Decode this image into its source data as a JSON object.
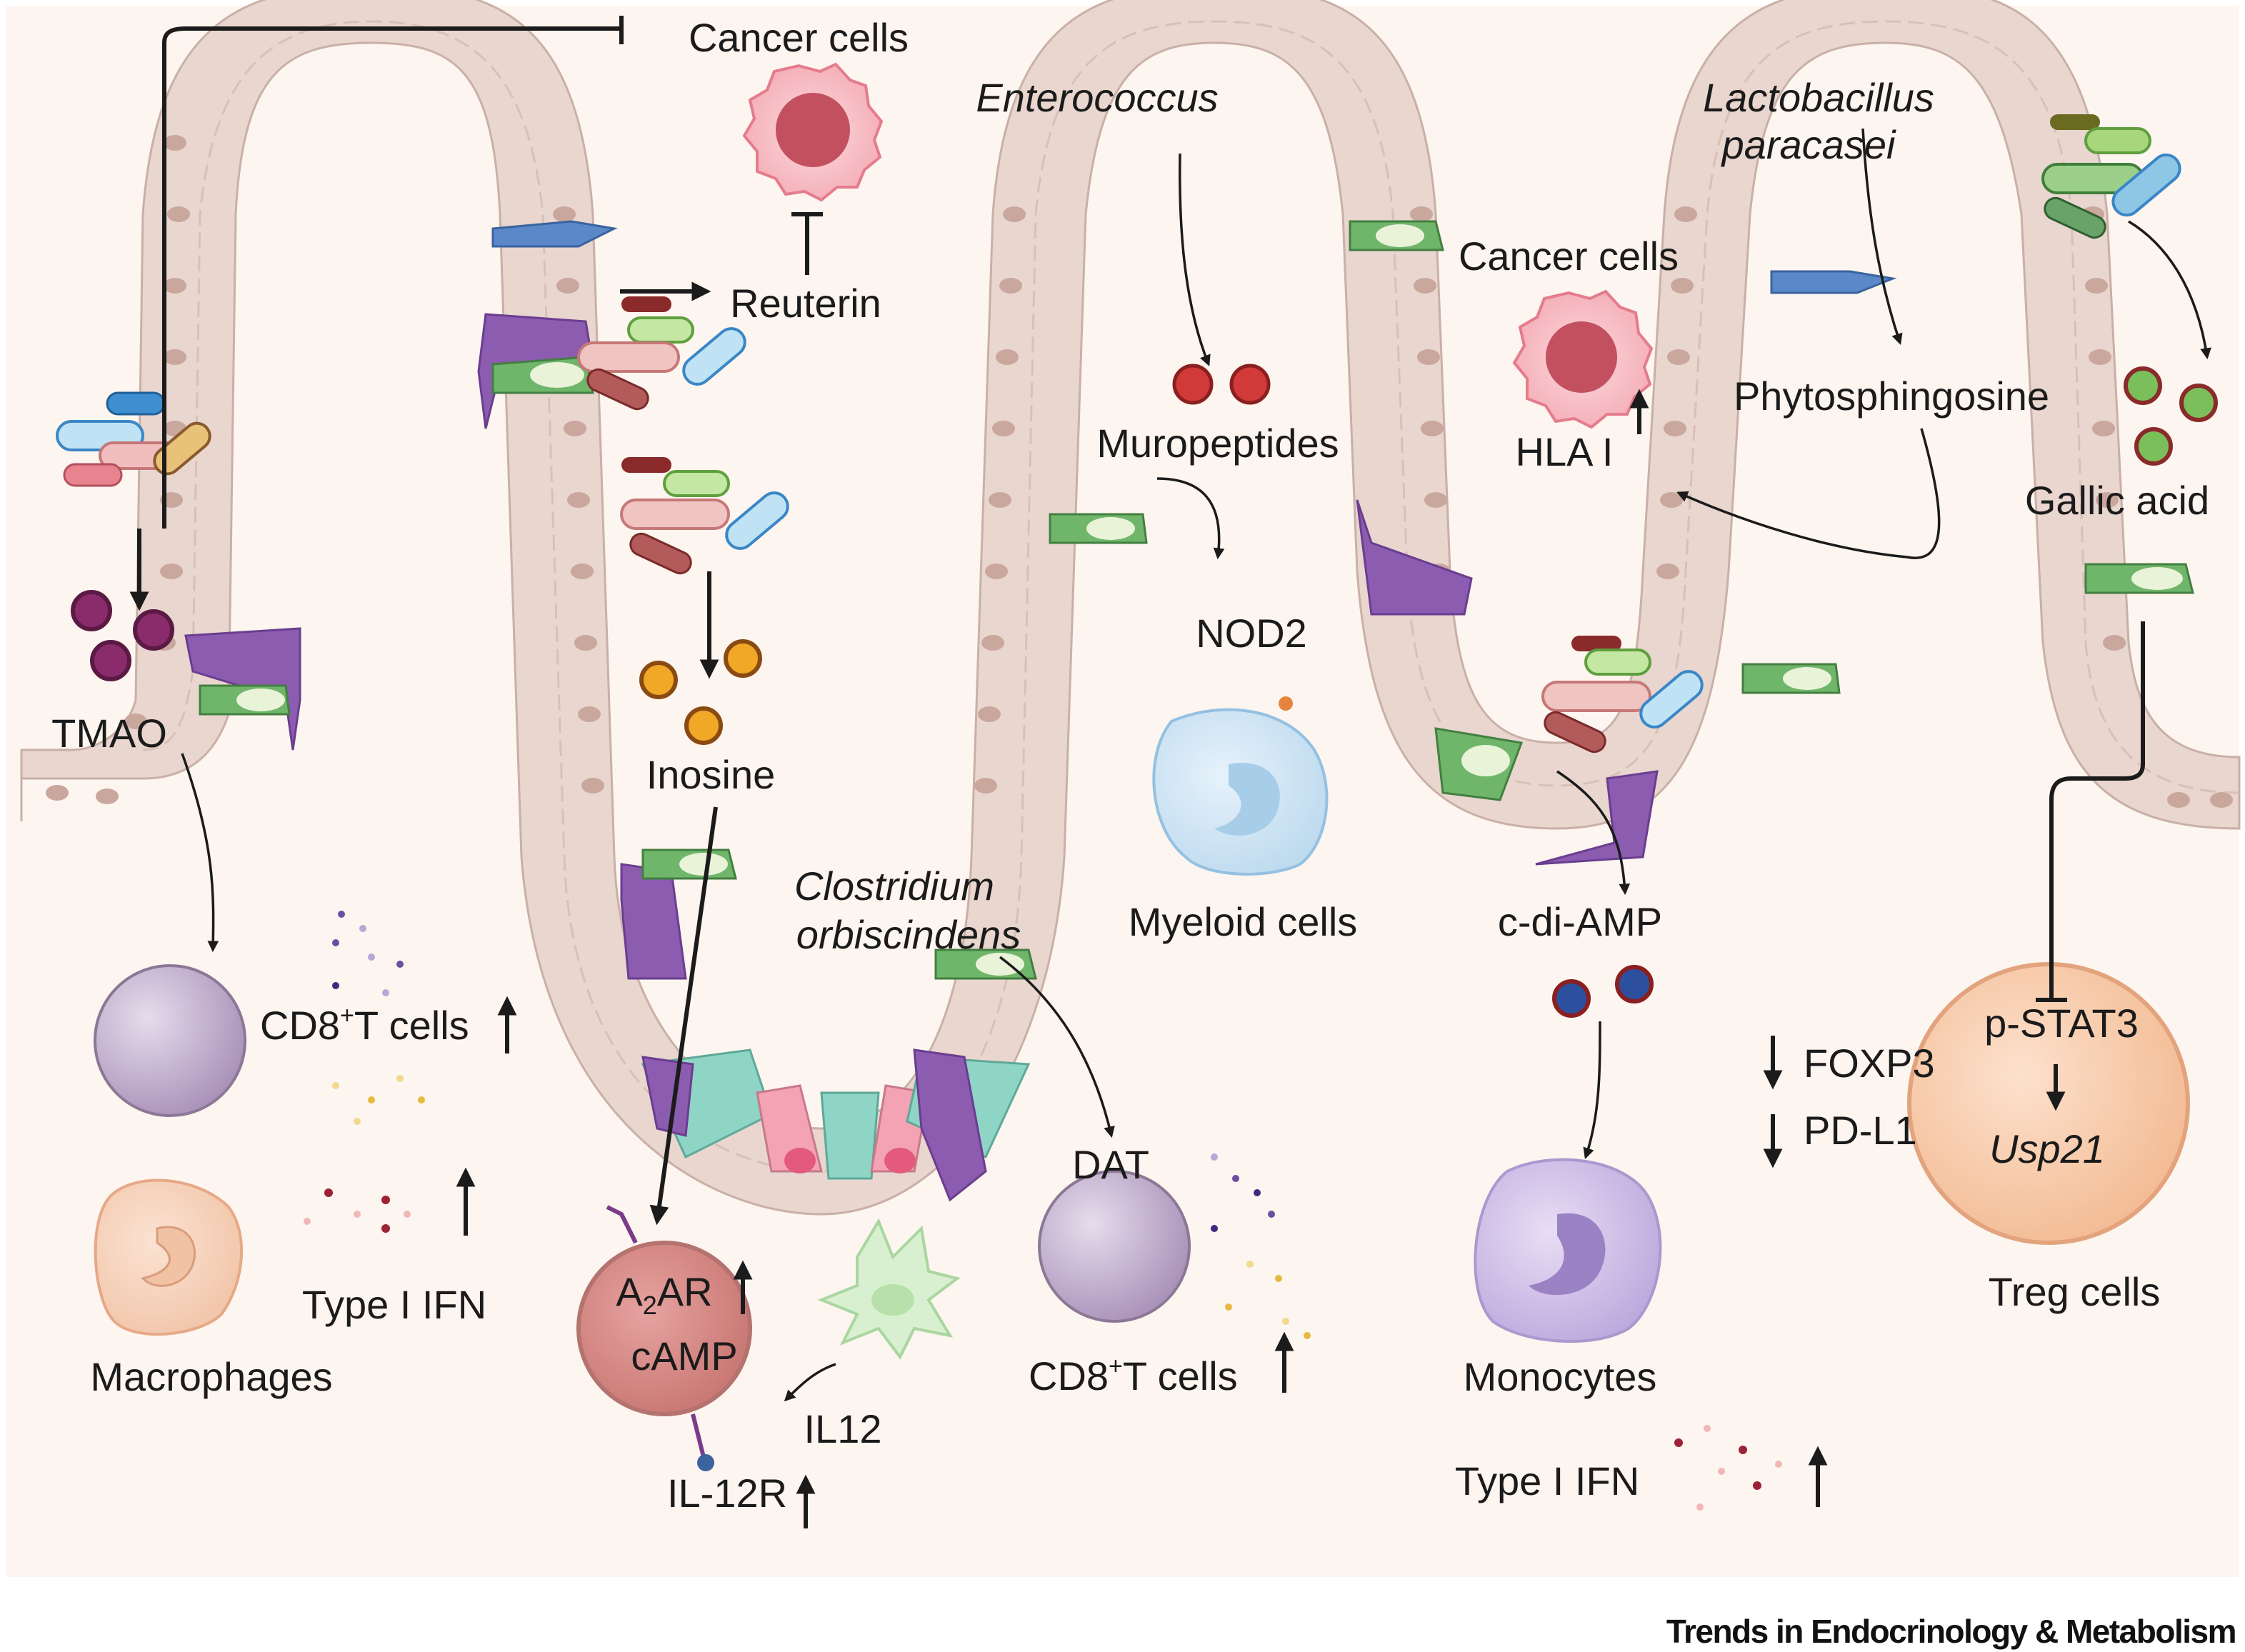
{
  "labels": {
    "cancer_cells_top": "Cancer cells",
    "reuterin": "Reuterin",
    "tmao": "TMAO",
    "inosine": "Inosine",
    "enterococcus": "Enterococcus",
    "muropeptides": "Muropeptides",
    "nod2": "NOD2",
    "myeloid_cells": "Myeloid cells",
    "clostridium_1": "Clostridium",
    "clostridium_2": "orbiscindens",
    "dat": "DAT",
    "cd8_left_pre": "CD8",
    "cd8_left_sup": "+",
    "cd8_left_post": "T cells",
    "cd8_mid_pre": "CD8",
    "cd8_mid_sup": "+",
    "cd8_mid_post": "T cells",
    "type1_ifn_left": "Type I IFN",
    "macrophages": "Macrophages",
    "a2ar_a": "A",
    "a2ar_sub": "2",
    "a2ar_b": "AR",
    "camp": "cAMP",
    "il12": "IL12",
    "il12r": "IL-12R",
    "cancer_cells_right": "Cancer cells",
    "hla": "HLA I",
    "lactobacillus_1": "Lactobacillus",
    "lactobacillus_2": "paracasei",
    "phytosphingosine": "Phytosphingosine",
    "gallic_acid": "Gallic acid",
    "c_di_amp": "c-di-AMP",
    "monocytes": "Monocytes",
    "type1_ifn_right": "Type I IFN",
    "foxp3": "FOXP3",
    "pdl1": "PD-L1",
    "pstat3": "p-STAT3",
    "usp21": "Usp21",
    "treg_cells": "Treg cells"
  },
  "footer": "Trends in Endocrinology & Metabolism",
  "colors": {
    "background": "#fdf5ef",
    "epithelium": "#e8d6cf",
    "nucleus": "#c9a79c",
    "metabolite_tmao": "#8a2b6b",
    "metabolite_inosine": "#f0a826",
    "metabolite_muropeptide": "#d23a3a",
    "metabolite_gallic": "#7bbf5a",
    "metabolite_cdiamp": "#2c4f9e",
    "cell_purple": "#8b5cb0",
    "cell_green": "#6fb56a",
    "treg": "#f5c9a6",
    "monocyte": "#c7b7e3"
  }
}
